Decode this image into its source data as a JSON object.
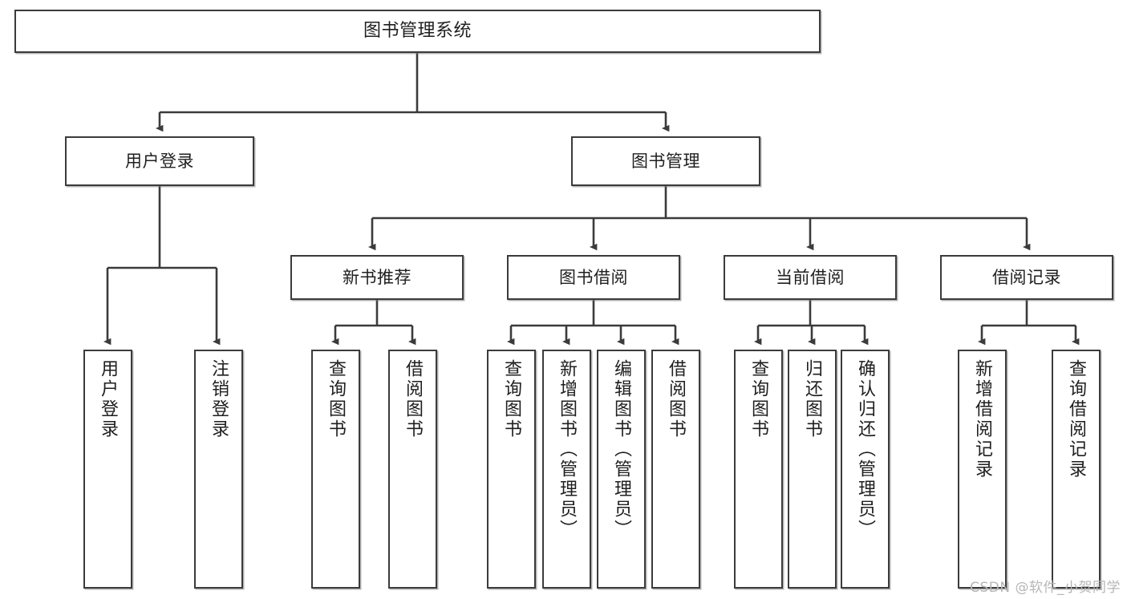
{
  "diagram": {
    "type": "tree-hierarchy",
    "title": "图书管理系统",
    "watermark": "CSDN @软件_小贺同学",
    "colors": {
      "box_border": "#3b3b3b",
      "box_fill": "#ffffff",
      "edge": "#3b3b3b",
      "text": "#1f1f1f",
      "watermark": "#b6b6b6"
    },
    "levels": {
      "root": {
        "label": "图书管理系统"
      },
      "level2": [
        {
          "label": "用户登录"
        },
        {
          "label": "图书管理"
        }
      ],
      "level3": [
        {
          "label": "新书推荐"
        },
        {
          "label": "图书借阅"
        },
        {
          "label": "当前借阅"
        },
        {
          "label": "借阅记录"
        }
      ],
      "leaves": {
        "user_login": [
          {
            "label": "用户登录"
          },
          {
            "label": "注销登录"
          }
        ],
        "new_book_recommend": [
          {
            "label": "查询图书"
          },
          {
            "label": "借阅图书"
          }
        ],
        "book_borrow": [
          {
            "label": "查询图书"
          },
          {
            "label": "新增图书（管理员）"
          },
          {
            "label": "编辑图书（管理员）"
          },
          {
            "label": "借阅图书"
          }
        ],
        "current_borrow": [
          {
            "label": "查询图书"
          },
          {
            "label": "归还图书"
          },
          {
            "label": "确认归还（管理员）"
          }
        ],
        "borrow_record": [
          {
            "label": "新增借阅记录"
          },
          {
            "label": "查询借阅记录"
          }
        ]
      }
    }
  }
}
